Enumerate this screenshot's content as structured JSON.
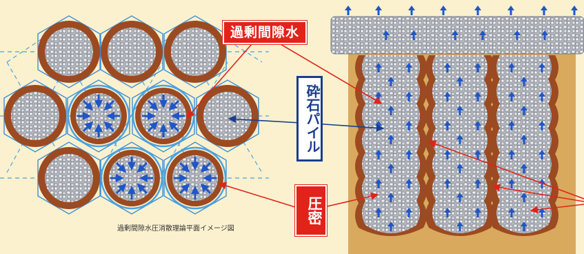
{
  "labels": {
    "excess_pore_water": "過剰間隙水",
    "stone_pile": "砕石パイル",
    "compaction": "圧密"
  },
  "caption": "過剰間隙水圧消散理論平面イメージ図",
  "colors": {
    "background": "#fbf1cf",
    "soil": "#d9a95e",
    "pile_ring": "#9c4a21",
    "stone": "#c9ccd0",
    "arrow": "#1f56c8",
    "flow_line": "#4aa4e0",
    "label_red": "#e2231a",
    "label_blue": "#1a3d8f"
  }
}
